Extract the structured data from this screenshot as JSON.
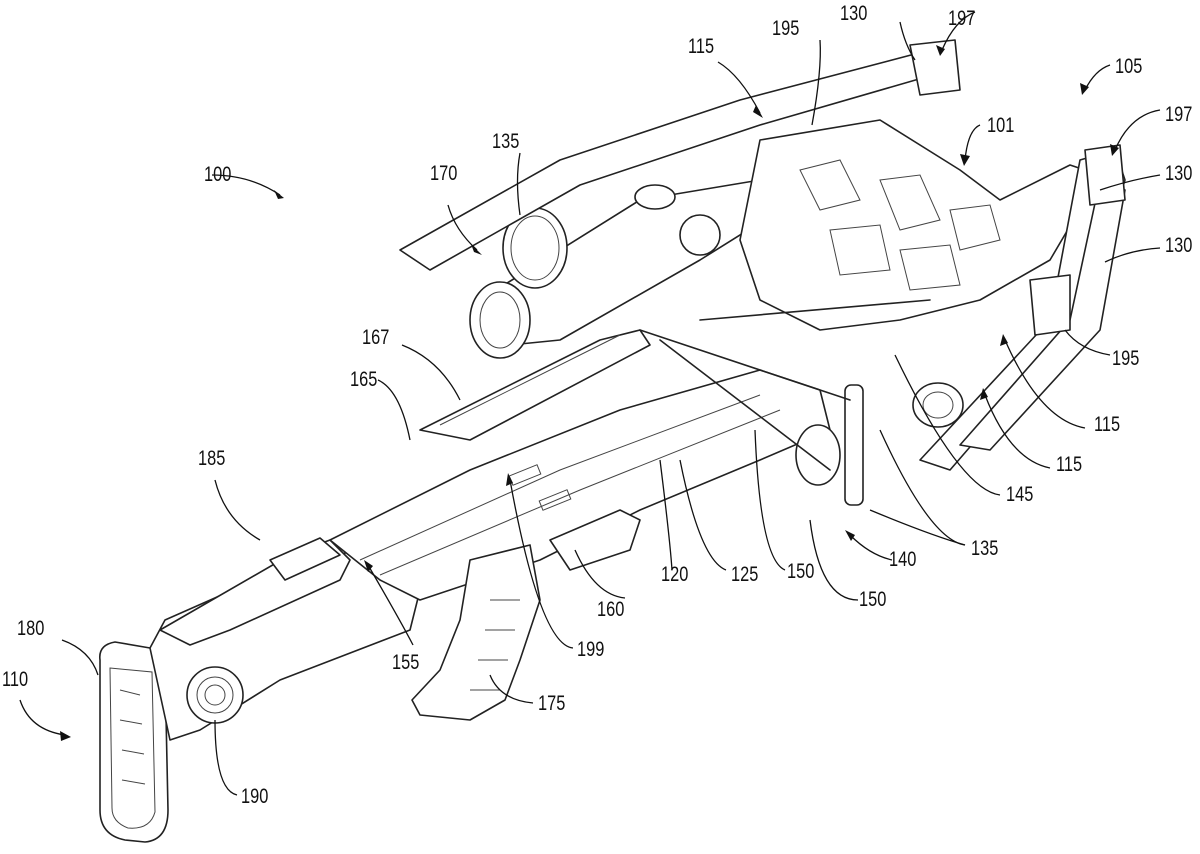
{
  "figure": {
    "subject": "crossbow perspective view",
    "line_color": "#222222",
    "background": "#ffffff"
  },
  "labels": {
    "crossbow": "100",
    "riser": "101",
    "front_end": "105",
    "rear_end": "110",
    "limb_top_a": "115",
    "limb_right_a": "115",
    "limb_right_b": "115",
    "barrel": "120",
    "flight_groove": "125",
    "limb_pocket_top": "130",
    "limb_pocket_right_a": "130",
    "limb_pocket_right_b": "130",
    "cam_top": "135",
    "cam_right": "135",
    "cam_assembly": "140",
    "cable": "145",
    "string_a": "150",
    "string_b": "150",
    "cocking_mechanism": "155",
    "trigger": "160",
    "rail": "165",
    "rail_mount": "167",
    "scope": "170",
    "grip": "175",
    "butt_plate": "180",
    "cheek_rest": "185",
    "stock_adjuster": "190",
    "limb_bumper_top": "195",
    "limb_bumper_right": "195",
    "pocket_end_top": "197",
    "pocket_end_right": "197",
    "safety": "199"
  }
}
